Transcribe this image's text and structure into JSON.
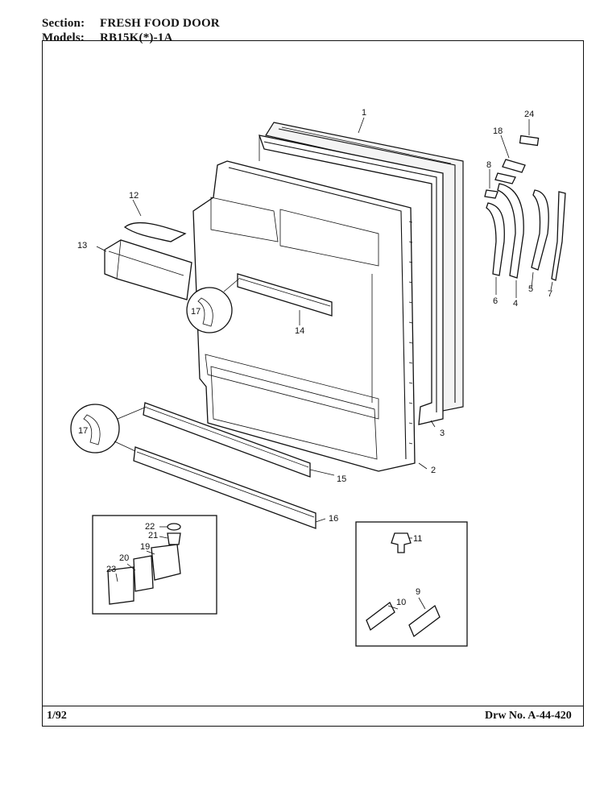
{
  "header": {
    "section_label": "Section:",
    "section_value": "FRESH FOOD DOOR",
    "models_label": "Models:",
    "models_value": "RB15K(*)-1A"
  },
  "footer": {
    "date": "1/92",
    "drawing_number": "Drw No. A-44-420"
  },
  "callouts": {
    "c1": "1",
    "c2": "2",
    "c3": "3",
    "c4": "4",
    "c5": "5",
    "c6": "6",
    "c7": "7",
    "c8": "8",
    "c9": "9",
    "c10": "10",
    "c11": "11",
    "c12": "12",
    "c13": "13",
    "c14": "14",
    "c15": "15",
    "c16": "16",
    "c17a": "17",
    "c17b": "17",
    "c18": "18",
    "c19": "19",
    "c20": "20",
    "c21": "21",
    "c22": "22",
    "c23": "23",
    "c24": "24"
  }
}
